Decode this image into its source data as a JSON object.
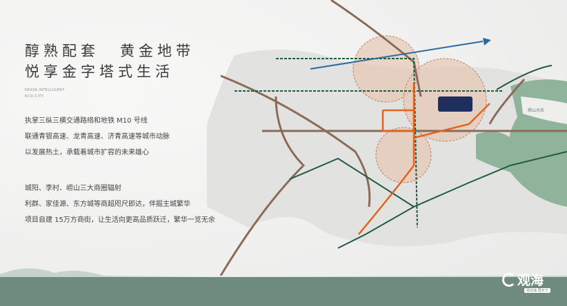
{
  "headline": {
    "line1a": "醇熟配套",
    "line1b": "黄金地带",
    "line2": "悦享金字塔式生活"
  },
  "english": {
    "line1": "HEXIN INTELLIGENT",
    "line2": "ECO-CITY"
  },
  "transport_text": [
    "执掌三纵三横交通路络和地铁 M10 号线",
    "联通青银高速、龙青高速、济青高速等城市动脉",
    "以发展热土，承载着城市扩容的未来雄心"
  ],
  "commerce_text": [
    "城阳、李村、崂山三大商圈辐射",
    "利群、家佳源、东方城等商超咫尺即达，伴掘主城繁华",
    "项目自建 15万方商街，让生活向更高品质跃迁，繁华一览无余"
  ],
  "map": {
    "reservoir_label": "崂山水库",
    "metro_line_color": "#e0631f",
    "rail_color": "#1f5a45",
    "road_color": "#8a6a58",
    "district_color": "#e7c7b4",
    "mountain_color": "#7fa88e"
  },
  "logo": {
    "name": "观海",
    "slogan": "观沧海 君天下"
  }
}
